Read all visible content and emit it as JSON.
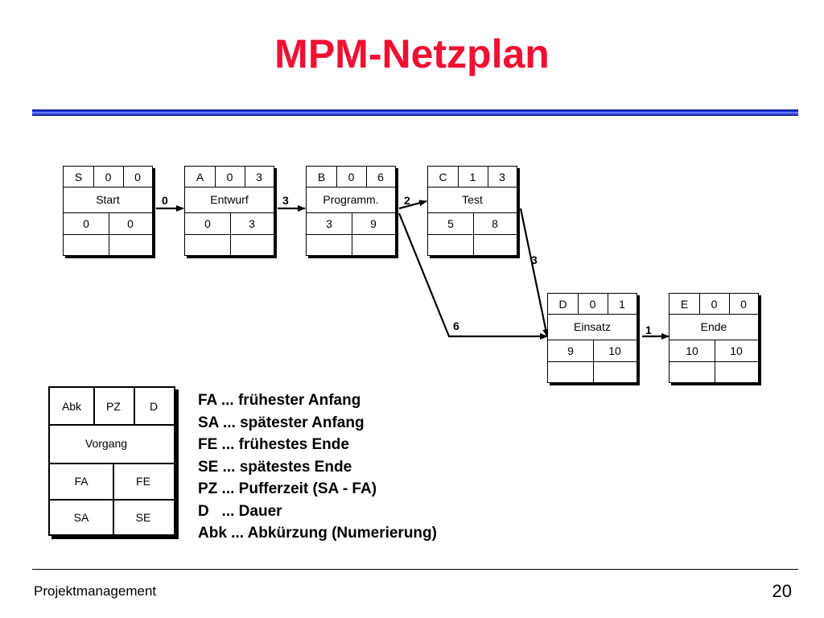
{
  "title": "MPM-Netzplan",
  "colors": {
    "title": "#ee1133",
    "rule": "#2233dd"
  },
  "nodes": [
    {
      "abk": "S",
      "pz": "0",
      "d": "0",
      "name": "Start",
      "fa": "0",
      "fe": "0",
      "sa": "",
      "se": ""
    },
    {
      "abk": "A",
      "pz": "0",
      "d": "3",
      "name": "Entwurf",
      "fa": "0",
      "fe": "3",
      "sa": "",
      "se": ""
    },
    {
      "abk": "B",
      "pz": "0",
      "d": "6",
      "name": "Programm.",
      "fa": "3",
      "fe": "9",
      "sa": "",
      "se": ""
    },
    {
      "abk": "C",
      "pz": "1",
      "d": "3",
      "name": "Test",
      "fa": "5",
      "fe": "8",
      "sa": "",
      "se": ""
    },
    {
      "abk": "D",
      "pz": "0",
      "d": "1",
      "name": "Einsatz",
      "fa": "9",
      "fe": "10",
      "sa": "",
      "se": ""
    },
    {
      "abk": "E",
      "pz": "0",
      "d": "0",
      "name": "Ende",
      "fa": "10",
      "fe": "10",
      "sa": "",
      "se": ""
    }
  ],
  "edges": [
    {
      "from": "S",
      "to": "A",
      "label": "0"
    },
    {
      "from": "A",
      "to": "B",
      "label": "3"
    },
    {
      "from": "B",
      "to": "C",
      "label": "2"
    },
    {
      "from": "C",
      "to": "D",
      "label": "3"
    },
    {
      "from": "B",
      "to": "D",
      "label": "6"
    },
    {
      "from": "D",
      "to": "E",
      "label": "1"
    }
  ],
  "legend": {
    "abk": "Abk",
    "pz": "PZ",
    "d": "D",
    "vorgang": "Vorgang",
    "fa": "FA",
    "fe": "FE",
    "sa": "SA",
    "se": "SE"
  },
  "definitions": [
    "FA ... frühester Anfang",
    "SA ... spätester Anfang",
    "FE ... frühestes Ende",
    "SE ... spätestes Ende",
    "PZ ... Pufferzeit (SA - FA)",
    "D   ... Dauer",
    "Abk ... Abkürzung (Numerierung)"
  ],
  "footer": {
    "left": "Projektmanagement",
    "page": "20"
  }
}
